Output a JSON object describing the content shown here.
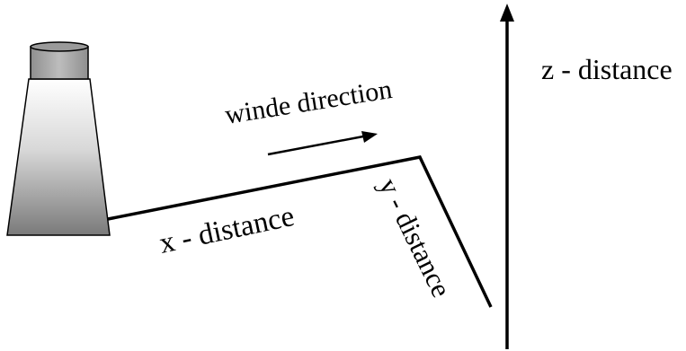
{
  "labels": {
    "wind_direction": "winde direction",
    "x_distance": "x - distance",
    "y_distance": "y - distance",
    "z_distance": "z - distance"
  },
  "colors": {
    "ink": "#000000",
    "stack_top": "#ffffff",
    "stack_bottom": "#7a7a7a",
    "stack_cap": "#a8a8a8"
  },
  "icons": {
    "stack": "chimney-stack-icon",
    "wind_arrow": "arrow-right-icon",
    "z_axis_arrow": "arrow-up-icon"
  }
}
